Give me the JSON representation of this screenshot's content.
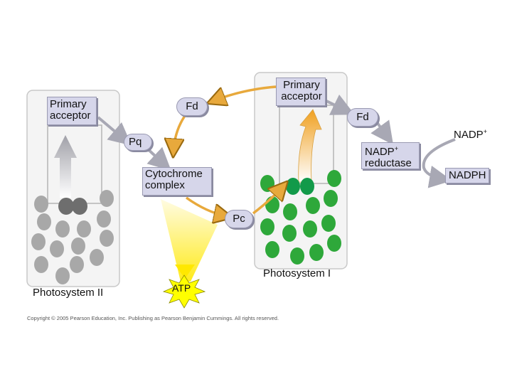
{
  "labels": {
    "ps2_primary_acceptor": "Primary\nacceptor",
    "ps1_primary_acceptor": "Primary\nacceptor",
    "fd_cycle": "Fd",
    "fd_right": "Fd",
    "pq": "Pq",
    "cytochrome_complex": "Cytochrome\ncomplex",
    "pc": "Pc",
    "nadp_plus_base": "NADP",
    "nadp_plus_sup": "+",
    "nadp_reductase_base": "NADP",
    "nadp_reductase_sup": "+",
    "nadp_reductase_rest": "reductase",
    "nadph": "NADPH",
    "atp": "ATP",
    "photosystem_ii": "Photosystem II",
    "photosystem_i": "Photosystem I",
    "copyright": "Copyright © 2005 Pearson Education, Inc. Publishing as Pearson Benjamin Cummings. All rights reserved."
  },
  "colors": {
    "ps1_pigment": "#2ea83a",
    "ps1_reaction_center": "#129a4a",
    "ps2_pigment": "#a8a8a8",
    "ps2_reaction_center": "#6e6e6e",
    "electron_path": "#e8a93c",
    "box_fill": "#d6d6ea",
    "atp_burst": "#ffff00"
  }
}
